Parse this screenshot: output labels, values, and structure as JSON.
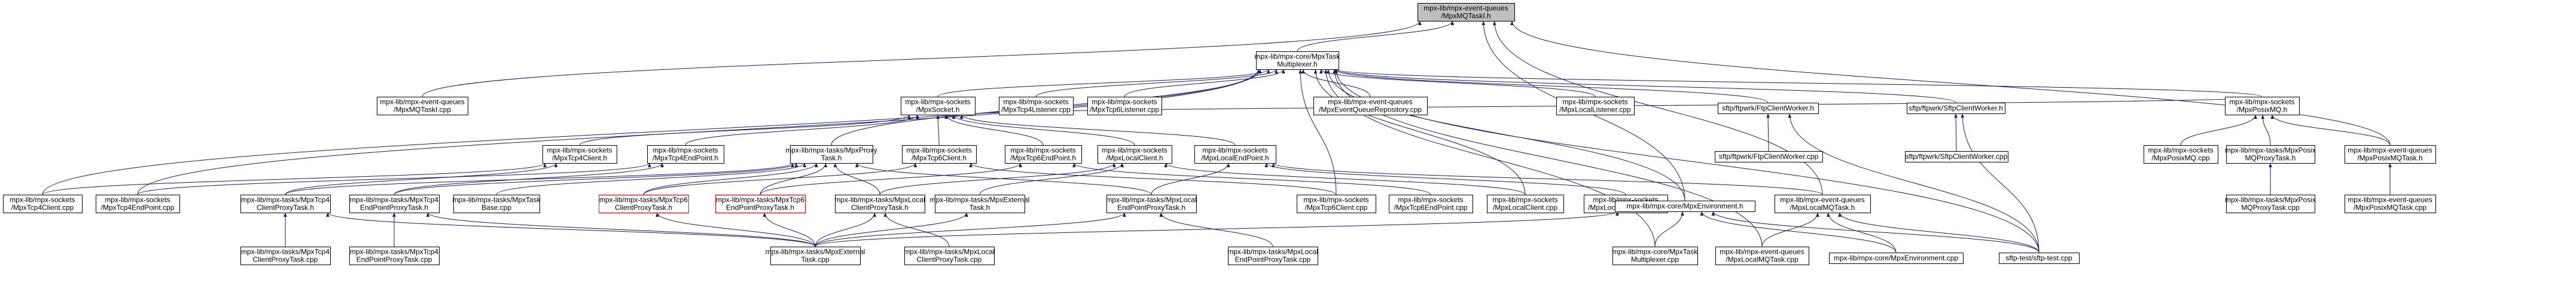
{
  "graph": {
    "root": "mpx-lib/mpx-event-queues/MpxMQTaskI.h",
    "colors": {
      "edge": "#191970",
      "root_fill": "#bfbfbf",
      "node_border": "#000000",
      "unresolved_border": "#ff0000"
    },
    "nodes": [
      {
        "id": "root",
        "lines": [
          "mpx-lib/mpx-event-queues",
          "/MpxMQTaskI.h"
        ],
        "style": "root"
      },
      {
        "id": "mux",
        "lines": [
          "mpx-lib/mpx-core/MpxTask",
          "Multiplexer.h"
        ]
      },
      {
        "id": "mqtaskcpp",
        "lines": [
          "mpx-lib/mpx-event-queues",
          "/MpxMQTaskI.cpp"
        ]
      },
      {
        "id": "socket",
        "lines": [
          "mpx-lib/mpx-sockets",
          "/MpxSocket.h"
        ]
      },
      {
        "id": "tcp4listener",
        "lines": [
          "mpx-lib/mpx-sockets",
          "/MpxTcp4Listener.cpp"
        ]
      },
      {
        "id": "tcp6listener",
        "lines": [
          "mpx-lib/mpx-sockets",
          "/MpxTcp6Listener.cpp"
        ]
      },
      {
        "id": "evqrepo",
        "lines": [
          "mpx-lib/mpx-event-queues",
          "/MpxEventQueueRepository.cpp"
        ]
      },
      {
        "id": "locallistener",
        "lines": [
          "mpx-lib/mpx-sockets",
          "/MpxLocalListener.cpp"
        ]
      },
      {
        "id": "ftpclientworkerh",
        "lines": [
          "sftp/ftpwrk/FtpClientWorker.h"
        ]
      },
      {
        "id": "sftpclientworkerh",
        "lines": [
          "sftp/ftpwrk/SftpClientWorker.h"
        ]
      },
      {
        "id": "posixmqh",
        "lines": [
          "mpx-lib/mpx-sockets",
          "/MpxPosixMQ.h"
        ]
      },
      {
        "id": "tcp4clienth",
        "lines": [
          "mpx-lib/mpx-sockets",
          "/MpxTcp4Client.h"
        ]
      },
      {
        "id": "tcp4endpointh",
        "lines": [
          "mpx-lib/mpx-sockets",
          "/MpxTcp4EndPoint.h"
        ]
      },
      {
        "id": "proxytaskh",
        "lines": [
          "mpx-lib/mpx-tasks/MpxProxy",
          "Task.h"
        ]
      },
      {
        "id": "tcp6clienth",
        "lines": [
          "mpx-lib/mpx-sockets",
          "/MpxTcp6Client.h"
        ]
      },
      {
        "id": "tcp6endpointh",
        "lines": [
          "mpx-lib/mpx-sockets",
          "/MpxTcp6EndPoint.h"
        ]
      },
      {
        "id": "localclienth",
        "lines": [
          "mpx-lib/mpx-sockets",
          "/MpxLocalClient.h"
        ]
      },
      {
        "id": "localendpointh",
        "lines": [
          "mpx-lib/mpx-sockets",
          "/MpxLocalEndPoint.h"
        ]
      },
      {
        "id": "ftpclientworkercpp",
        "lines": [
          "sftp/ftpwrk/FtpClientWorker.cpp"
        ]
      },
      {
        "id": "sftpclientworkercpp",
        "lines": [
          "sftp/ftpwrk/SftpClientWorker.cpp"
        ]
      },
      {
        "id": "posixmqcpp",
        "lines": [
          "mpx-lib/mpx-sockets",
          "/MpxPosixMQ.cpp"
        ]
      },
      {
        "id": "posixmqproxyh",
        "lines": [
          "mpx-lib/mpx-tasks/MpxPosix",
          "MQProxyTask.h"
        ]
      },
      {
        "id": "posixmqtaskh",
        "lines": [
          "mpx-lib/mpx-event-queues",
          "/MpxPosixMQTask.h"
        ]
      },
      {
        "id": "tcp4clientcpp",
        "lines": [
          "mpx-lib/mpx-sockets",
          "/MpxTcp4Client.cpp"
        ]
      },
      {
        "id": "tcp4endpointcpp",
        "lines": [
          "mpx-lib/mpx-sockets",
          "/MpxTcp4EndPoint.cpp"
        ]
      },
      {
        "id": "tcp4clientproxyh",
        "lines": [
          "mpx-lib/mpx-tasks/MpxTcp4",
          "ClientProxyTask.h"
        ]
      },
      {
        "id": "tcp4endpointproxyh",
        "lines": [
          "mpx-lib/mpx-tasks/MpxTcp4",
          "EndPointProxyTask.h"
        ]
      },
      {
        "id": "taskbasecpp",
        "lines": [
          "mpx-lib/mpx-tasks/MpxTask",
          "Base.cpp"
        ]
      },
      {
        "id": "tcp6clientproxyh",
        "lines": [
          "mpx-lib/mpx-tasks/MpxTcp6",
          "ClientProxyTask.h"
        ],
        "style": "red"
      },
      {
        "id": "tcp6endpointproxyh",
        "lines": [
          "mpx-lib/mpx-tasks/MpxTcp6",
          "EndPointProxyTask.h"
        ],
        "style": "red"
      },
      {
        "id": "localclientproxyh",
        "lines": [
          "mpx-lib/mpx-tasks/MpxLocal",
          "ClientProxyTask.h"
        ]
      },
      {
        "id": "externaltaskh",
        "lines": [
          "mpx-lib/mpx-tasks/MpxExternal",
          "Task.h"
        ]
      },
      {
        "id": "localendpointproxyh",
        "lines": [
          "mpx-lib/mpx-tasks/MpxLocal",
          "EndPointProxyTask.h"
        ]
      },
      {
        "id": "tcp6clientcpp",
        "lines": [
          "mpx-lib/mpx-sockets",
          "/MpxTcp6Client.cpp"
        ]
      },
      {
        "id": "tcp6endpointcpp",
        "lines": [
          "mpx-lib/mpx-sockets",
          "/MpxTcp6EndPoint.cpp"
        ]
      },
      {
        "id": "localclientcpp",
        "lines": [
          "mpx-lib/mpx-sockets",
          "/MpxLocalClient.cpp"
        ]
      },
      {
        "id": "localendpointcpp",
        "lines": [
          "mpx-lib/mpx-sockets",
          "/MpxLocalEndPoint.cpp"
        ]
      },
      {
        "id": "environmenth",
        "lines": [
          "mpx-lib/mpx-core/MpxEnvironment.h"
        ]
      },
      {
        "id": "localmqtaskh",
        "lines": [
          "mpx-lib/mpx-event-queues",
          "/MpxLocalMQTask.h"
        ]
      },
      {
        "id": "posixmqproxycpp",
        "lines": [
          "mpx-lib/mpx-tasks/MpxPosix",
          "MQProxyTask.cpp"
        ]
      },
      {
        "id": "posixmqtaskcpp",
        "lines": [
          "mpx-lib/mpx-event-queues",
          "/MpxPosixMQTask.cpp"
        ]
      },
      {
        "id": "tcp4clientproxycpp",
        "lines": [
          "mpx-lib/mpx-tasks/MpxTcp4",
          "ClientProxyTask.cpp"
        ]
      },
      {
        "id": "tcp4endpointproxycpp",
        "lines": [
          "mpx-lib/mpx-tasks/MpxTcp4",
          "EndPointProxyTask.cpp"
        ]
      },
      {
        "id": "externaltaskcpp",
        "lines": [
          "mpx-lib/mpx-tasks/MpxExternal",
          "Task.cpp"
        ]
      },
      {
        "id": "localclientproxycpp",
        "lines": [
          "mpx-lib/mpx-tasks/MpxLocal",
          "ClientProxyTask.cpp"
        ]
      },
      {
        "id": "localendpointproxycpp",
        "lines": [
          "mpx-lib/mpx-tasks/MpxLocal",
          "EndPointProxyTask.cpp"
        ]
      },
      {
        "id": "muxcpp",
        "lines": [
          "mpx-lib/mpx-core/MpxTask",
          "Multiplexer.cpp"
        ]
      },
      {
        "id": "localmqtaskcpp",
        "lines": [
          "mpx-lib/mpx-event-queues",
          "/MpxLocalMQTask.cpp"
        ]
      },
      {
        "id": "environmentcpp",
        "lines": [
          "mpx-lib/mpx-core/MpxEnvironment.cpp"
        ]
      },
      {
        "id": "sftptestcpp",
        "lines": [
          "sftp-test/sftp-test.cpp"
        ]
      }
    ],
    "edges": [
      [
        "mux",
        "root"
      ],
      [
        "mqtaskcpp",
        "root"
      ],
      [
        "environmenth",
        "root"
      ],
      [
        "localmqtaskh",
        "root"
      ],
      [
        "posixmqtaskh",
        "root"
      ],
      [
        "socket",
        "mux"
      ],
      [
        "tcp4listener",
        "mux"
      ],
      [
        "tcp6listener",
        "mux"
      ],
      [
        "evqrepo",
        "mux"
      ],
      [
        "locallistener",
        "mux"
      ],
      [
        "ftpclientworkerh",
        "mux"
      ],
      [
        "sftpclientworkerh",
        "mux"
      ],
      [
        "posixmqh",
        "mux"
      ],
      [
        "proxytaskh",
        "mux"
      ],
      [
        "tcp4clientcpp",
        "mux"
      ],
      [
        "tcp4endpointcpp",
        "mux"
      ],
      [
        "tcp6clientcpp",
        "mux"
      ],
      [
        "localclientcpp",
        "mux"
      ],
      [
        "environmenth",
        "mux"
      ],
      [
        "muxcpp",
        "mux"
      ],
      [
        "localmqtaskcpp",
        "mux"
      ],
      [
        "sftptestcpp",
        "mux"
      ],
      [
        "tcp4clienth",
        "socket"
      ],
      [
        "tcp4endpointh",
        "socket"
      ],
      [
        "tcp6clienth",
        "socket"
      ],
      [
        "tcp6endpointh",
        "socket"
      ],
      [
        "localclienth",
        "socket"
      ],
      [
        "localendpointh",
        "socket"
      ],
      [
        "posixmqh",
        "socket"
      ],
      [
        "tcp4clientcpp",
        "tcp4clienth"
      ],
      [
        "tcp4clientproxyh",
        "tcp4clienth"
      ],
      [
        "tcp4endpointcpp",
        "tcp4endpointh"
      ],
      [
        "tcp4endpointproxyh",
        "tcp4endpointh"
      ],
      [
        "tcp4clientproxyh",
        "proxytaskh"
      ],
      [
        "tcp4endpointproxyh",
        "proxytaskh"
      ],
      [
        "taskbasecpp",
        "proxytaskh"
      ],
      [
        "tcp6clientproxyh",
        "proxytaskh"
      ],
      [
        "tcp6endpointproxyh",
        "proxytaskh"
      ],
      [
        "localclientproxyh",
        "proxytaskh"
      ],
      [
        "localendpointproxyh",
        "proxytaskh"
      ],
      [
        "tcp6clientproxyh",
        "tcp6clienth"
      ],
      [
        "tcp6clientcpp",
        "tcp6clienth"
      ],
      [
        "tcp6endpointproxyh",
        "tcp6endpointh"
      ],
      [
        "tcp6endpointcpp",
        "tcp6endpointh"
      ],
      [
        "localclientproxyh",
        "localclienth"
      ],
      [
        "localclientcpp",
        "localclienth"
      ],
      [
        "externaltaskh",
        "localclienth"
      ],
      [
        "localendpointproxyh",
        "localendpointh"
      ],
      [
        "localendpointcpp",
        "localendpointh"
      ],
      [
        "localmqtaskh",
        "localendpointh"
      ],
      [
        "ftpclientworkercpp",
        "ftpclientworkerh"
      ],
      [
        "sftptestcpp",
        "ftpclientworkerh"
      ],
      [
        "sftpclientworkercpp",
        "sftpclientworkerh"
      ],
      [
        "sftptestcpp",
        "sftpclientworkerh"
      ],
      [
        "posixmqcpp",
        "posixmqh"
      ],
      [
        "posixmqproxyh",
        "posixmqh"
      ],
      [
        "posixmqtaskh",
        "posixmqh"
      ],
      [
        "posixmqproxycpp",
        "posixmqproxyh"
      ],
      [
        "posixmqtaskcpp",
        "posixmqtaskh"
      ],
      [
        "tcp4clientproxycpp",
        "tcp4clientproxyh"
      ],
      [
        "externaltaskcpp",
        "tcp4clientproxyh"
      ],
      [
        "tcp4endpointproxycpp",
        "tcp4endpointproxyh"
      ],
      [
        "externaltaskcpp",
        "tcp4endpointproxyh"
      ],
      [
        "externaltaskcpp",
        "tcp6clientproxyh"
      ],
      [
        "externaltaskcpp",
        "tcp6endpointproxyh"
      ],
      [
        "localclientproxycpp",
        "localclientproxyh"
      ],
      [
        "externaltaskcpp",
        "localclientproxyh"
      ],
      [
        "externaltaskcpp",
        "externaltaskh"
      ],
      [
        "localendpointproxycpp",
        "localendpointproxyh"
      ],
      [
        "externaltaskcpp",
        "localendpointproxyh"
      ],
      [
        "environmentcpp",
        "environmenth"
      ],
      [
        "muxcpp",
        "environmenth"
      ],
      [
        "sftptestcpp",
        "environmenth"
      ],
      [
        "externaltaskcpp",
        "environmenth"
      ],
      [
        "localmqtaskcpp",
        "localmqtaskh"
      ],
      [
        "environmentcpp",
        "localmqtaskh"
      ],
      [
        "sftptestcpp",
        "localmqtaskh"
      ]
    ]
  }
}
